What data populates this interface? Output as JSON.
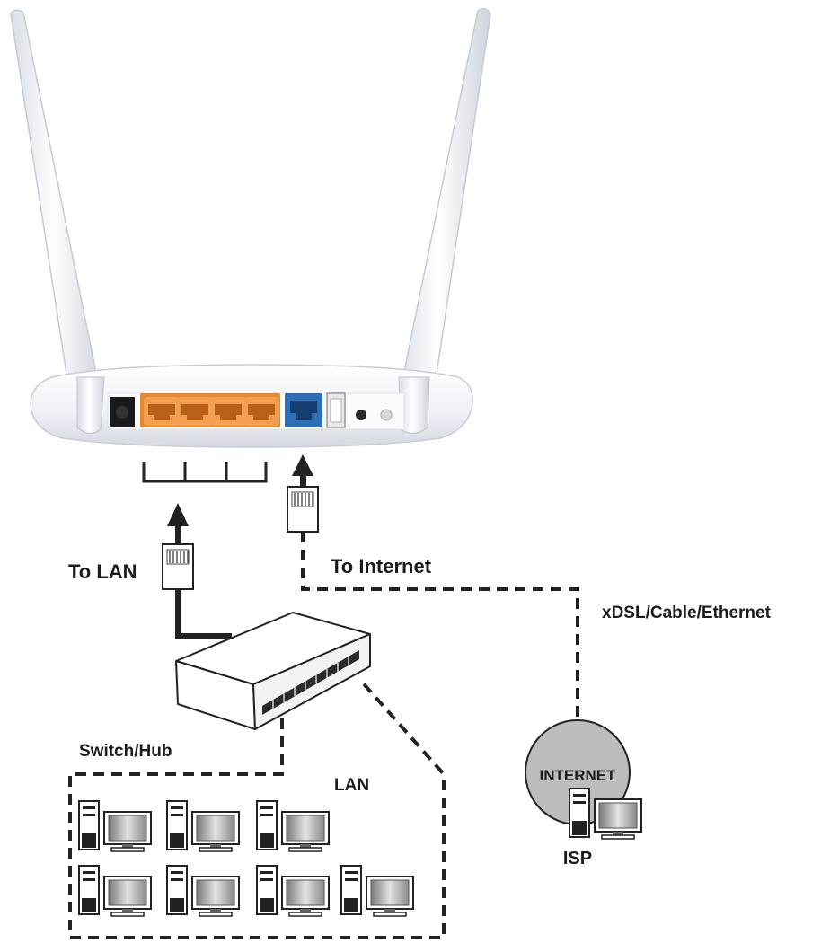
{
  "labels": {
    "to_lan": "To LAN",
    "to_internet": "To Internet",
    "connection_types": "xDSL/Cable/Ethernet",
    "switch_hub": "Switch/Hub",
    "lan": "LAN",
    "isp": "ISP",
    "internet_cloud": "INTERNET"
  },
  "router": {
    "lan_port_count": 4,
    "wan_port_count": 1,
    "lan_port_color": "#e8892e",
    "wan_port_color": "#2f6fb5",
    "body_color": "#f4f5f8"
  },
  "lan_computers": {
    "row1_count": 3,
    "row2_count": 4
  },
  "colors": {
    "line": "#222222",
    "globe_fill": "#bdbdbd"
  }
}
